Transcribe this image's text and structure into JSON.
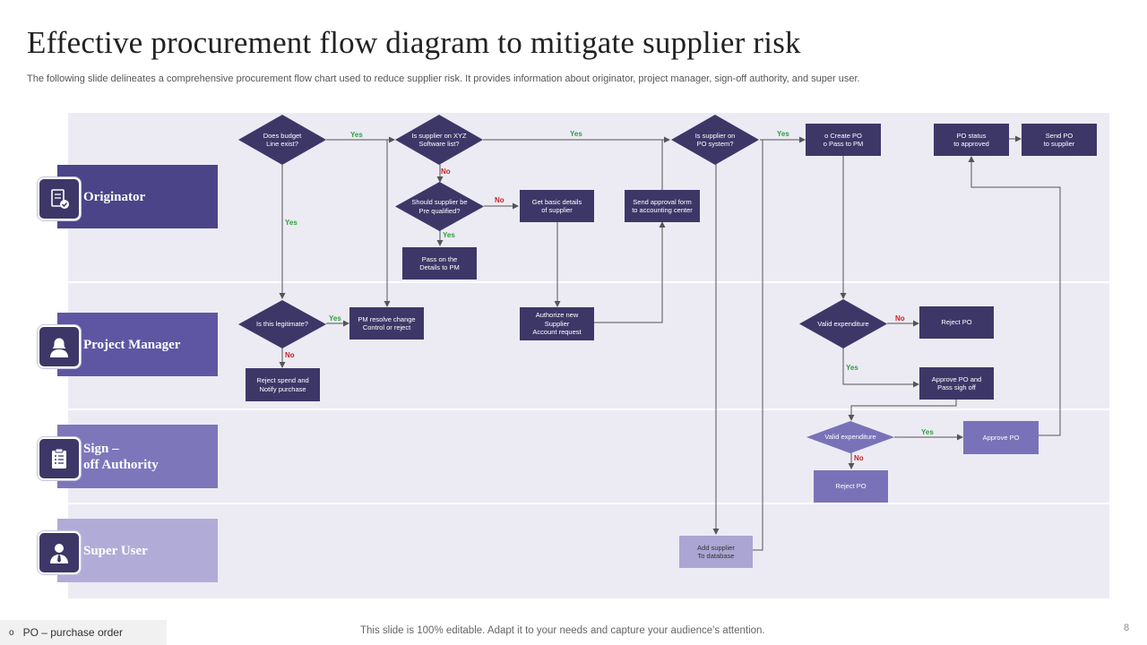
{
  "title": "Effective procurement flow diagram to mitigate supplier risk",
  "subtitle": "The following slide delineates a comprehensive procurement flow chart used to reduce supplier risk. It provides information about originator, project manager, sign-off authority, and super user.",
  "lanes": {
    "originator": {
      "label": "Originator",
      "color": "#4b4488",
      "icon": "document-check-icon"
    },
    "project_manager": {
      "label": "Project Manager",
      "color": "#5f56a3",
      "icon": "user-female-icon"
    },
    "sign_off": {
      "label": "Sign –\noff Authority",
      "color": "#7e76bb",
      "icon": "clipboard-list-icon"
    },
    "super_user": {
      "label": "Super User",
      "color": "#b1acd7",
      "icon": "user-tie-icon"
    }
  },
  "nodes": {
    "budget": "Does budget\nLine exist?",
    "xyz": "Is supplier  on XYZ\nSoftware  list?",
    "po_system": "Is supplier  on\nPO system?",
    "create_po": "o      Create PO\no      Pass to PM",
    "po_status": "PO status\nto approved",
    "send_po": "Send PO\nto supplier",
    "prequal": "Should supplier  be\nPre qualified?",
    "basic_details": "Get basic details\nof supplier",
    "send_approval": "Send approval form\nto accounting  center",
    "pass_details": "Pass on the\nDetails to PM",
    "legit": "Is this legitimate?",
    "pm_resolve": "PM resolve change\nControl or reject",
    "authorize": "Authorize new\nSupplier\nAccount  request",
    "reject_spend": "Reject spend and\nNotify purchase",
    "valid_exp_pm": "Valid expenditure",
    "reject_po_pm": "Reject PO",
    "approve_pass": "Approve  PO and\nPass sigh off",
    "valid_exp_so": "Valid expenditure",
    "approve_po": "Approve  PO",
    "reject_po_so": "Reject PO",
    "add_supplier": "Add supplier\nTo database"
  },
  "edge_labels": {
    "yes": "Yes",
    "no": "No"
  },
  "footer": {
    "bullet": "o",
    "legend": "PO – purchase order",
    "note": "This slide is 100% editable. Adapt it to your needs and capture your audience's attention.",
    "page": "8"
  }
}
